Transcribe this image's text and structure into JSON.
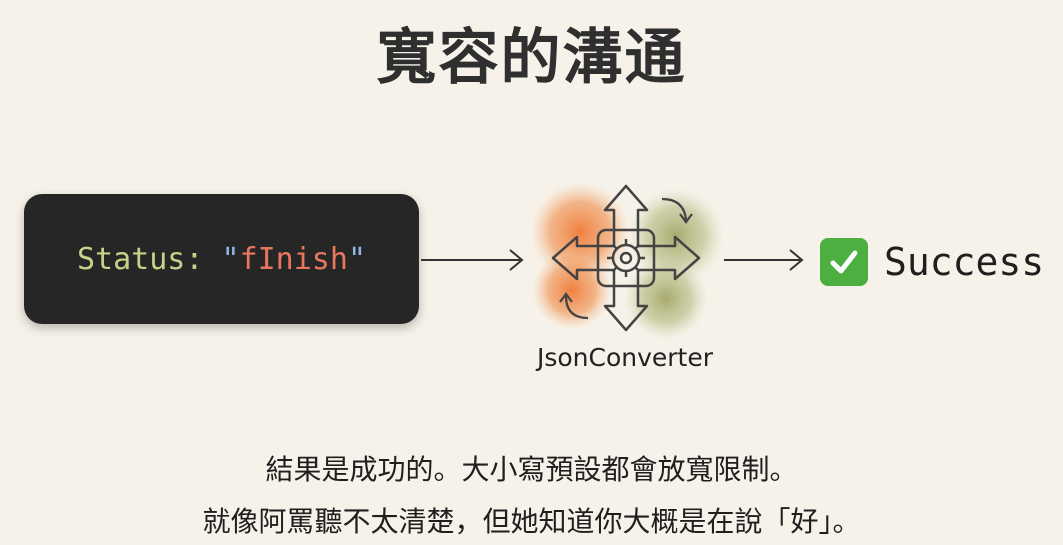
{
  "title": "寬容的溝通",
  "input": {
    "key": "Status:",
    "value_open_quote": "\"",
    "value": "fInish",
    "value_close_quote": "\""
  },
  "converter": {
    "label": "JsonConverter",
    "icon": "gear-with-arrows-icon"
  },
  "result": {
    "icon": "check-mark-icon",
    "label": "Success"
  },
  "caption": {
    "line1": "結果是成功的。大小寫預設都會放寬限制。",
    "line2": "就像阿罵聽不太清楚，但她知道你大概是在說「好」。"
  },
  "colors": {
    "background": "#f6f2e9",
    "code_background": "#262626",
    "code_key": "#c9d08a",
    "code_string": "#e8775d",
    "check_green": "#4caf3f",
    "watercolor_orange": "#ef8a4a",
    "watercolor_olive": "#a8ad6e"
  }
}
